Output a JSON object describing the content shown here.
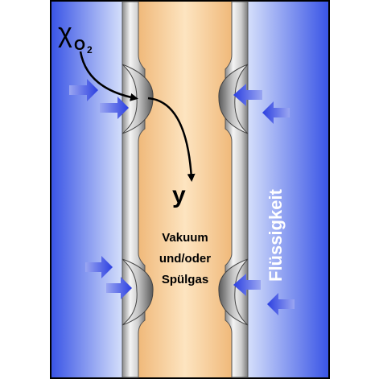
{
  "labels": {
    "chi_symbol": "χ",
    "chi_subscript": "O",
    "chi_sub_sub": "2",
    "y_label": "y",
    "center_text": [
      "Vakuum",
      "und/oder",
      "Spülgas"
    ],
    "side_text": "Flüssigkeit"
  },
  "colors": {
    "liquid_edge": "#3a55e6",
    "liquid_center": "#d8e2fb",
    "channel_edge": "#f0b97a",
    "channel_center": "#fde4c0",
    "wall": "#d0d0d0",
    "wall_dark": "#7a7a7a",
    "arrow_blue": "#2b3fe0",
    "side_text": "#ffffff"
  },
  "icons": {
    "inflow": "blue-arrow-icon",
    "permeation": "black-curved-arrow-icon"
  }
}
